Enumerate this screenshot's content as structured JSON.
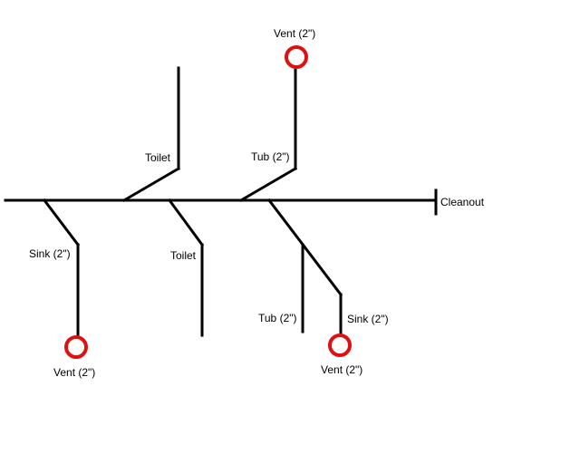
{
  "colors": {
    "pipe": "#000000",
    "vent_marker": "#e01010",
    "background": "#ffffff"
  },
  "labels": {
    "vent_top": "Vent (2\")",
    "toilet_upper": "Toilet",
    "tub_upper": "Tub (2\")",
    "cleanout": "Cleanout",
    "sink_left": "Sink (2\")",
    "toilet_lower": "Toilet",
    "tub_lower": "Tub (2\")",
    "sink_right": "Sink (2\")",
    "vent_left": "Vent (2\")",
    "vent_right": "Vent (2\")"
  }
}
